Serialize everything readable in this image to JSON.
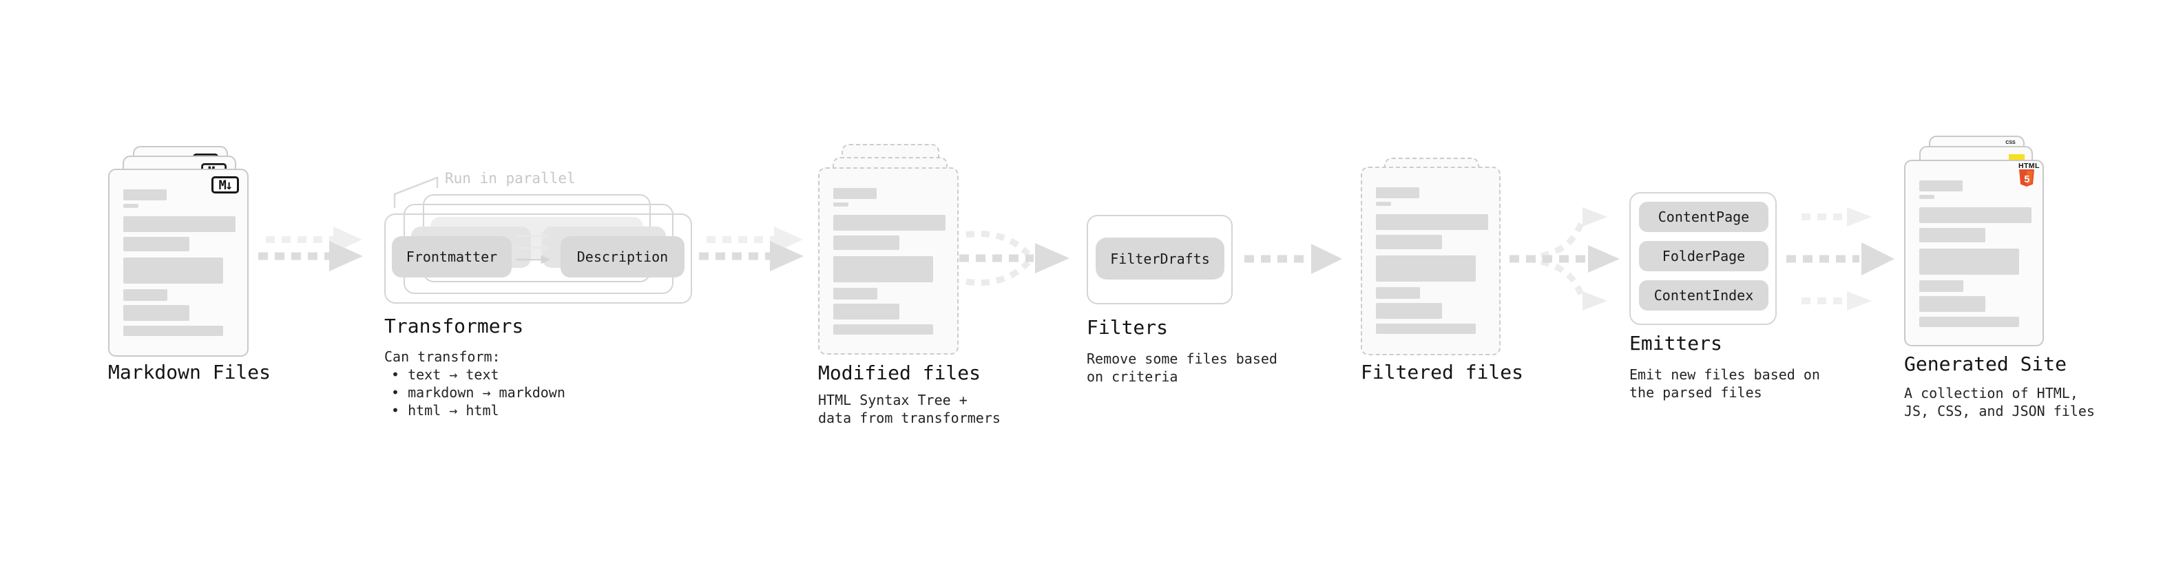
{
  "sections": {
    "markdown_files": {
      "title": "Markdown Files",
      "file_badge": "M↓"
    },
    "transformers": {
      "annotation": "Run in parallel",
      "node_a": "Frontmatter",
      "node_b": "Description",
      "title": "Transformers",
      "desc_heading": "Can transform:",
      "bullet_1": "text → text",
      "bullet_2": "markdown → markdown",
      "bullet_3": "html → html"
    },
    "modified_files": {
      "title": "Modified files",
      "desc_line_1": "HTML Syntax Tree +",
      "desc_line_2": "data from transformers"
    },
    "filters": {
      "node": "FilterDrafts",
      "title": "Filters",
      "desc_line_1": "Remove some files based",
      "desc_line_2": "on criteria"
    },
    "filtered_files": {
      "title": "Filtered files"
    },
    "emitters": {
      "node_1": "ContentPage",
      "node_2": "FolderPage",
      "node_3": "ContentIndex",
      "title": "Emitters",
      "desc_line_1": "Emit new files based on",
      "desc_line_2": "the parsed files"
    },
    "generated_site": {
      "title": "Generated Site",
      "desc_line_1": "A collection of HTML,",
      "desc_line_2": "JS, CSS, and JSON files",
      "badge_html_label": "HTML",
      "badge_html_number": "5",
      "badge_css_label": "CSS"
    }
  },
  "colors": {
    "html5_orange": "#e44d26",
    "html5_orange_light": "#f16529",
    "js_yellow": "#f7df1e",
    "css_blue": "#2a65f1"
  }
}
